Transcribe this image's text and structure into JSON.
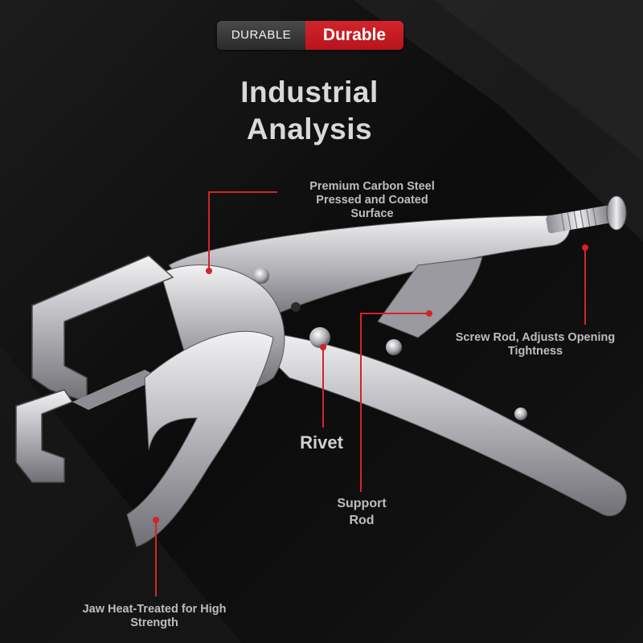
{
  "badge": {
    "left_text": "DURABLE",
    "right_text": "Durable"
  },
  "title": {
    "line1": "Industrial",
    "line2": "Analysis"
  },
  "callouts": {
    "carbon_steel": {
      "line1": "Premium Carbon Steel",
      "line2": "Pressed and Coated",
      "line3": "Surface"
    },
    "screw_rod": {
      "line1": "Screw Rod, Adjusts Opening",
      "line2": "Tightness"
    },
    "rivet": {
      "text": "Rivet"
    },
    "support_rod": {
      "line1": "Support",
      "line2": "Rod"
    },
    "jaw": {
      "line1": "Jaw Heat-Treated for High",
      "line2": "Strength"
    }
  },
  "colors": {
    "background": "#0e0e0e",
    "accent_red": "#d3242a",
    "label_text": "#bdbdbd",
    "title_text": "#d9d9d9",
    "metal": "#c8c8cc"
  },
  "icons": {
    "product": "locking-pliers-illustration"
  }
}
